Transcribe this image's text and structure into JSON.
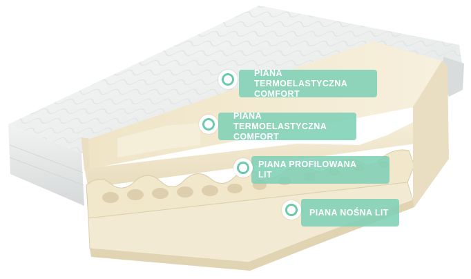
{
  "layers": [
    {
      "label": "PIANA TERMOELASTYCZNA\nCOMFORT",
      "marker_icon": "circle-marker-icon"
    },
    {
      "label": "PIANA TERMOELASTYCZNA\nCOMFORT",
      "marker_icon": "circle-marker-icon"
    },
    {
      "label": "PIANA PROFILOWANA\nLIT",
      "marker_icon": "circle-marker-icon"
    },
    {
      "label": "PIANA NOŚNA LIT",
      "marker_icon": "circle-marker-icon"
    }
  ],
  "colors": {
    "callout_bg": "#80d0b6",
    "marker_ring": "#6ccaa9",
    "foam": "#f3ead3",
    "cover": "#eceeee"
  }
}
